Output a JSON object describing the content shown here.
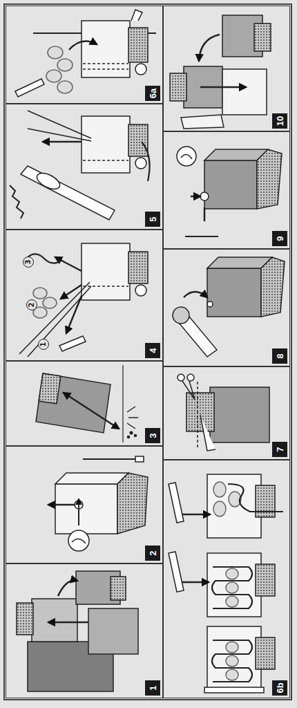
{
  "diagram": {
    "nodes": [
      {
        "text": [
          "1"
        ]
      },
      {
        "text": [
          "2"
        ]
      },
      {
        "text": [
          "3"
        ]
      },
      {
        "text": [
          "4"
        ]
      },
      {
        "text": [
          "5"
        ]
      },
      {
        "text": [
          "6a"
        ]
      },
      {
        "text": [
          "6b"
        ]
      },
      {
        "text": [
          "7"
        ]
      },
      {
        "text": [
          "8"
        ]
      },
      {
        "text": [
          "9"
        ]
      },
      {
        "text": [
          "10"
        ]
      },
      {
        "text": [
          "1"
        ],
        "in": 3
      },
      {
        "text": [
          "2"
        ],
        "in": 3
      },
      {
        "text": [
          "3"
        ],
        "in": 3
      }
    ]
  }
}
